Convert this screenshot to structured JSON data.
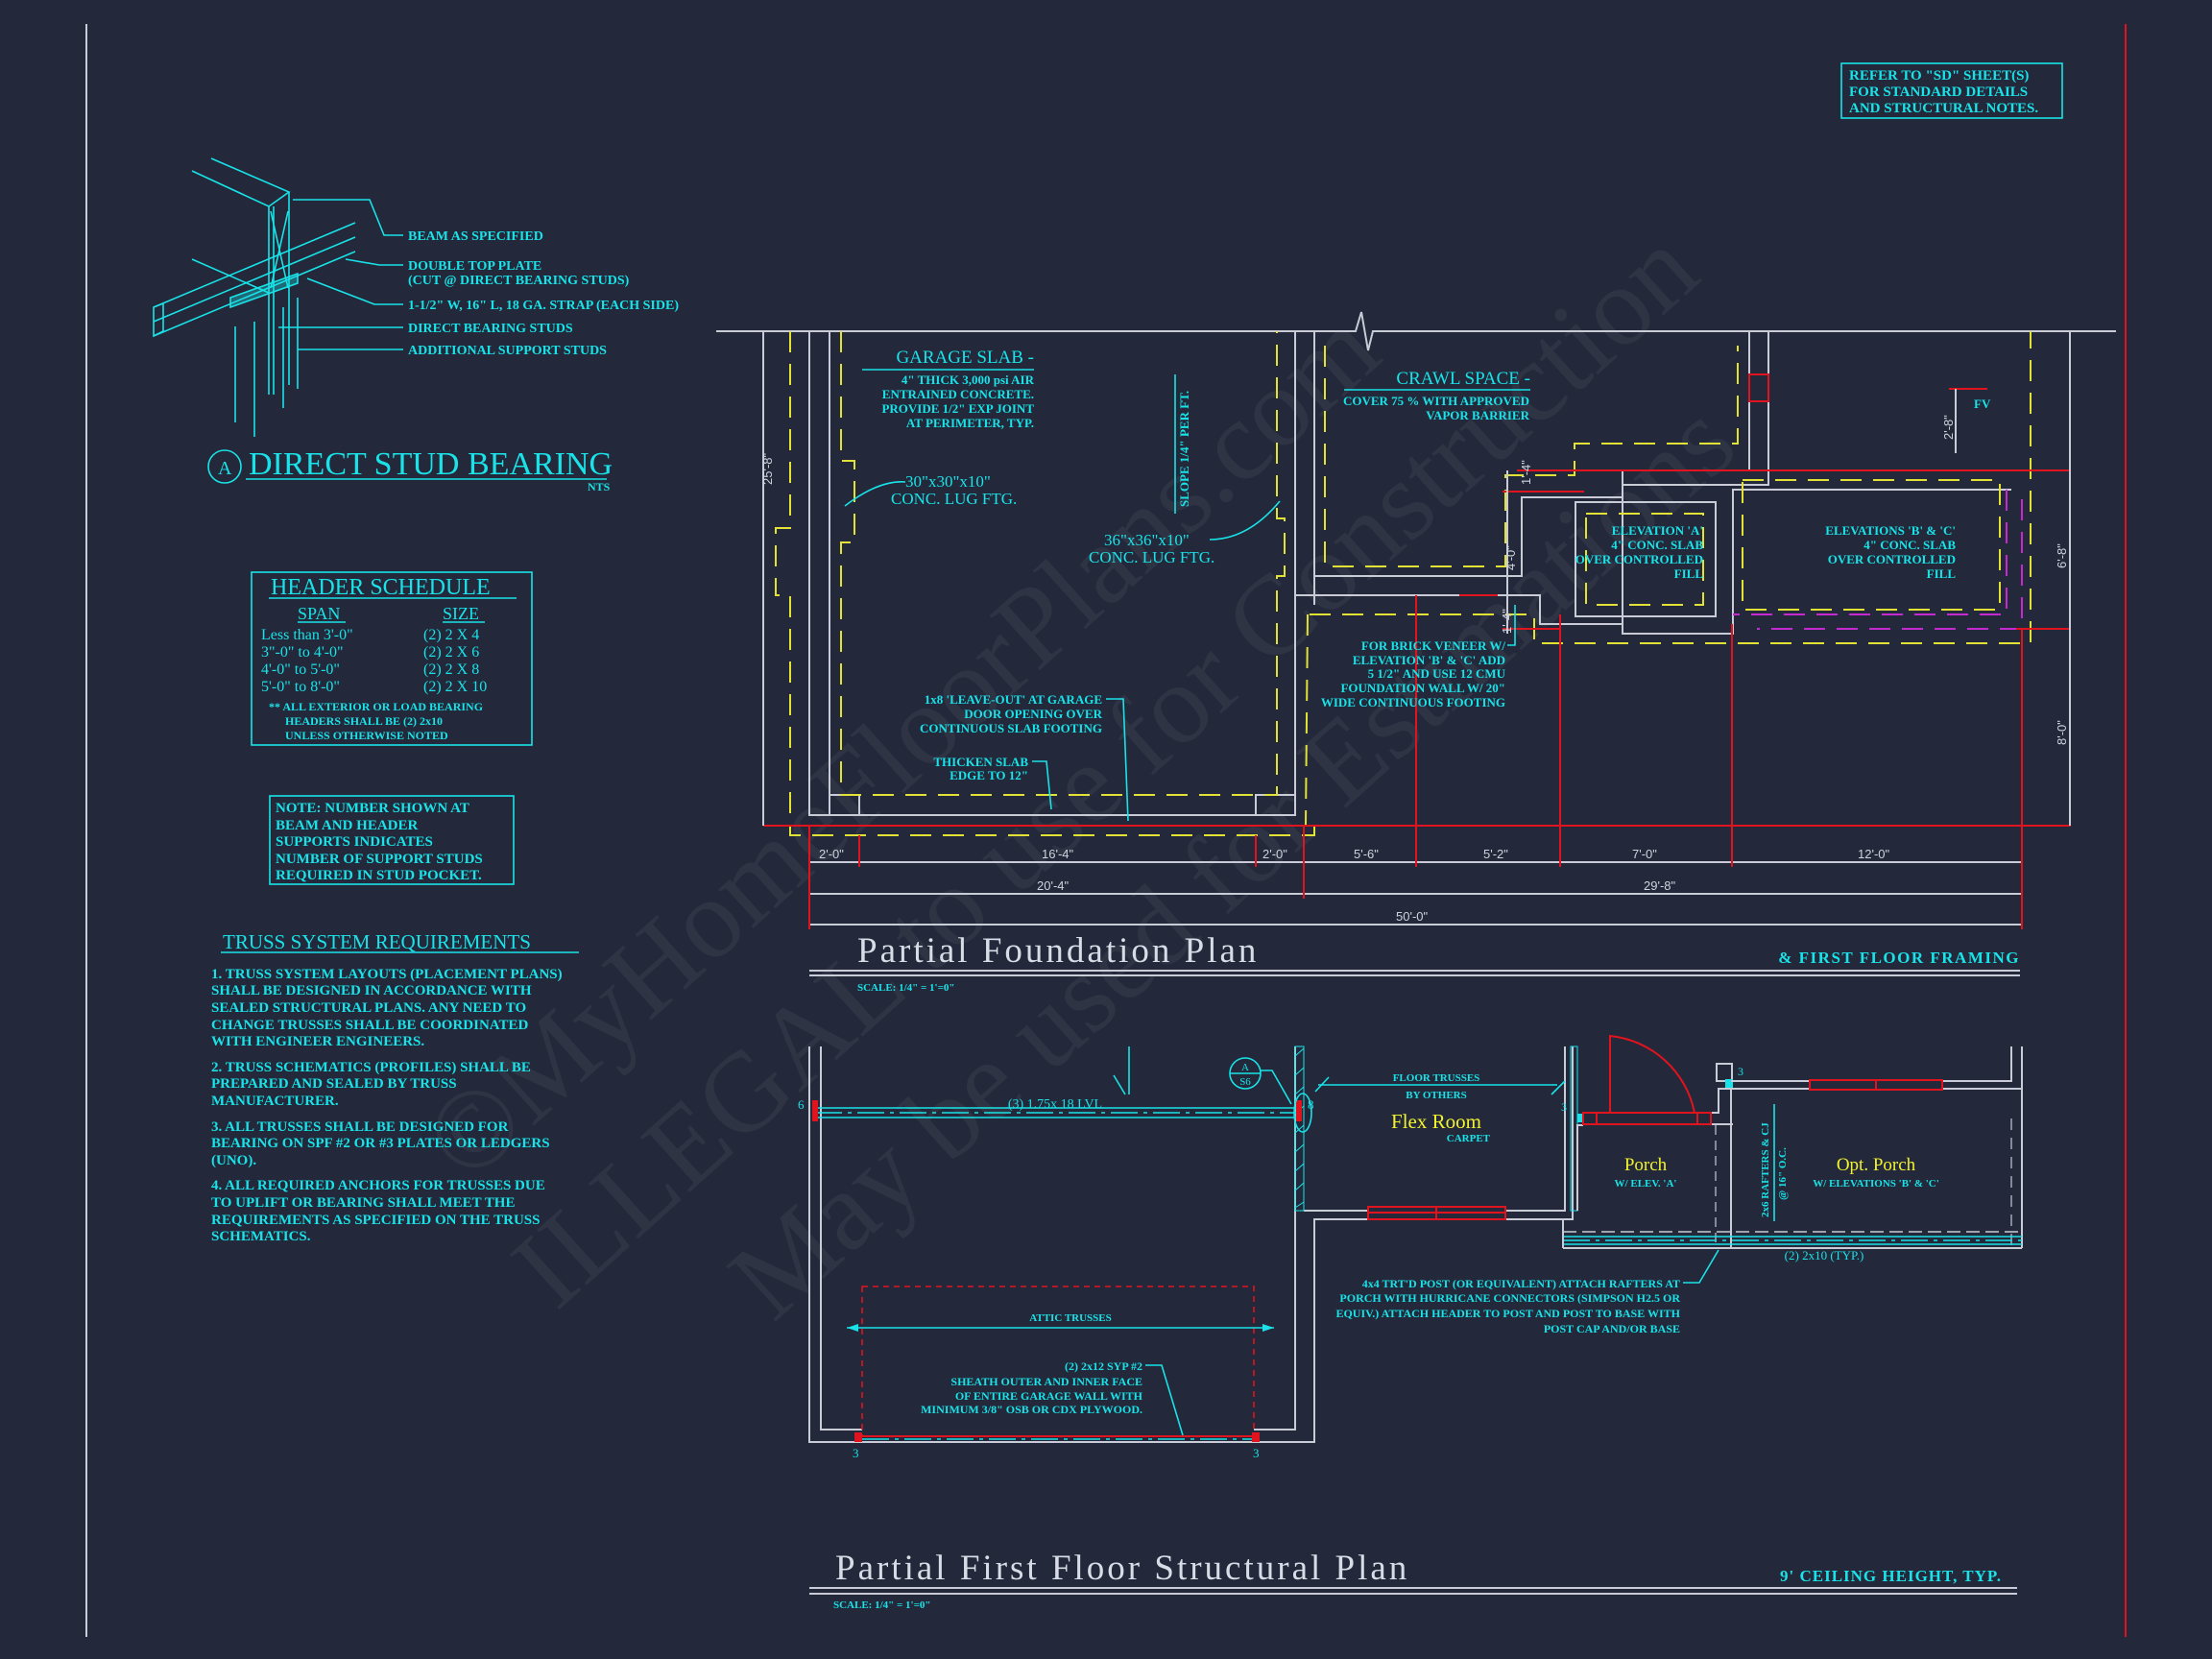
{
  "colors": {
    "background": "#23283a",
    "annotation": "#19e3e8",
    "wall": "#c9ccd6",
    "footing": "#e2e236",
    "grid": "#e0141e",
    "room_label": "#f2f230"
  },
  "watermark": [
    "©MyHomeFloorPlans.com",
    "ILLEGAL to use for Construction",
    "May be used for Estimations"
  ],
  "refer_note": [
    "REFER TO \"SD\" SHEET(S)",
    "FOR STANDARD DETAILS",
    "AND STRUCTURAL NOTES."
  ],
  "stud_detail": {
    "labels": [
      "BEAM AS SPECIFIED",
      "DOUBLE TOP PLATE",
      "(CUT @ DIRECT BEARING STUDS)",
      "1-1/2\" W, 16\" L, 18 GA. STRAP (EACH SIDE)",
      "DIRECT BEARING STUDS",
      "ADDITIONAL SUPPORT STUDS"
    ],
    "tag": "A",
    "title": "DIRECT STUD BEARING",
    "scale": "NTS"
  },
  "header_schedule": {
    "title": "HEADER SCHEDULE",
    "col_span": "SPAN",
    "col_size": "SIZE",
    "rows": [
      {
        "span": "Less than 3'-0\"",
        "size": "(2) 2 X 4"
      },
      {
        "span": "3\"-0\" to 4'-0\"",
        "size": "(2) 2 X 6"
      },
      {
        "span": "4'-0\" to 5'-0\"",
        "size": "(2) 2 X 8"
      },
      {
        "span": "5'-0\" to 8'-0\"",
        "size": "(2) 2 X 10"
      }
    ],
    "note": [
      "** ALL EXTERIOR OR LOAD BEARING",
      "HEADERS SHALL BE (2) 2x10",
      "UNLESS OTHERWISE NOTED"
    ]
  },
  "stud_note": [
    "NOTE: NUMBER SHOWN AT",
    "BEAM AND HEADER",
    "SUPPORTS INDICATES",
    "NUMBER OF SUPPORT STUDS",
    "REQUIRED IN STUD POCKET."
  ],
  "truss": {
    "title": "TRUSS SYSTEM REQUIREMENTS",
    "items": [
      [
        "1. TRUSS SYSTEM LAYOUTS (PLACEMENT PLANS)",
        "SHALL BE DESIGNED IN ACCORDANCE WITH",
        "SEALED STRUCTURAL PLANS. ANY NEED TO",
        "CHANGE TRUSSES SHALL BE COORDINATED",
        "WITH ENGINEER ENGINEERS."
      ],
      [
        "2. TRUSS SCHEMATICS (PROFILES) SHALL BE",
        "PREPARED AND SEALED BY TRUSS",
        "MANUFACTURER."
      ],
      [
        "3. ALL TRUSSES SHALL BE DESIGNED FOR",
        "BEARING ON SPF #2 OR #3 PLATES OR LEDGERS",
        "(UNO)."
      ],
      [
        "4. ALL REQUIRED ANCHORS FOR TRUSSES DUE",
        "TO UPLIFT OR BEARING SHALL MEET THE",
        "REQUIREMENTS AS SPECIFIED ON THE TRUSS",
        "SCHEMATICS."
      ]
    ]
  },
  "foundation": {
    "garage_title": "GARAGE SLAB -",
    "garage_notes": [
      "4\" THICK 3,000 psi AIR",
      "ENTRAINED CONCRETE.",
      "PROVIDE 1/2\" EXP JOINT",
      "AT PERIMETER, TYP."
    ],
    "lug30": [
      "30\"x30\"x10\"",
      "CONC. LUG FTG."
    ],
    "lug36": [
      "36\"x36\"x10\"",
      "CONC. LUG FTG."
    ],
    "slope": "SLOPE 1/4\" PER FT.",
    "leave_out": [
      "1x8 'LEAVE-OUT' AT GARAGE",
      "DOOR OPENING OVER",
      "CONTINUOUS SLAB FOOTING"
    ],
    "thicken": [
      "THICKEN SLAB",
      "EDGE TO 12\""
    ],
    "crawl_title": "CRAWL SPACE -",
    "crawl_notes": [
      "COVER 75 % WITH APPROVED",
      "VAPOR BARRIER"
    ],
    "brick_note": [
      "FOR BRICK VENEER W/",
      "ELEVATION 'B' & 'C' ADD",
      "5 1/2\" AND USE 12 CMU",
      "FOUNDATION WALL W/ 20\"",
      "WIDE CONTINUOUS FOOTING"
    ],
    "elev_a": [
      "ELEVATION 'A'",
      "4\" CONC. SLAB",
      "OVER CONTROLLED",
      "FILL"
    ],
    "elev_bc": [
      "ELEVATIONS 'B' & 'C'",
      "4\" CONC. SLAB",
      "OVER CONTROLLED",
      "FILL"
    ],
    "fv": "FV",
    "dims_vertical": {
      "left": "25'-8\"",
      "fv": "2'-8\"",
      "step1": "1'-4\"",
      "step2": "4'-0\"",
      "step3": "1'-4\"",
      "right1": "6'-8\"",
      "right2": "8'-0\""
    },
    "dims_row1": [
      "2'-0\"",
      "16'-4\"",
      "2'-0\"",
      "5'-6\"",
      "5'-2\"",
      "7'-0\"",
      "12'-0\""
    ],
    "dims_row2": [
      "20'-4\"",
      "29'-8\""
    ],
    "dims_row3": [
      "50'-0\""
    ],
    "title": "Partial Foundation Plan",
    "subtitle": "& FIRST FLOOR FRAMING",
    "scale": "SCALE: 1/4\" = 1'=0\""
  },
  "first_floor": {
    "lvl": "(3) 1.75x 18 LVL",
    "stud_counts": {
      "lvl_left": "6",
      "lvl_right": "8",
      "flex_right": "3",
      "post": "3",
      "garage_left": "3",
      "garage_right": "3"
    },
    "detail_tag": {
      "top": "A",
      "bottom": "S6"
    },
    "floor_trusses": [
      "FLOOR TRUSSES",
      "BY OTHERS"
    ],
    "flex_room": "Flex Room",
    "flex_floor": "CARPET",
    "porch": "Porch",
    "porch_sub": "W/ ELEV. 'A'",
    "opt_porch": "Opt. Porch",
    "opt_porch_sub": "W/ ELEVATIONS 'B' & 'C'",
    "rafters": [
      "2x6 RAFTERS & CJ",
      "@ 16\" O.C."
    ],
    "beam_2x10": "(2) 2x10 (TYP.)",
    "post_note": [
      "4x4 TRT'D POST (OR EQUIVALENT) ATTACH RAFTERS AT",
      "PORCH WITH HURRICANE CONNECTORS (SIMPSON H2.5 OR",
      "EQUIV.) ATTACH HEADER TO POST AND POST TO BASE WITH",
      "POST CAP AND/OR BASE"
    ],
    "attic": "ATTIC TRUSSES",
    "sheath_note": [
      "(2) 2x12 SYP #2",
      "SHEATH OUTER AND INNER FACE",
      "OF ENTIRE GARAGE WALL WITH",
      "MINIMUM 3/8\" OSB OR CDX PLYWOOD."
    ],
    "title": "Partial First Floor Structural Plan",
    "subtitle": "9' CEILING HEIGHT, TYP.",
    "scale": "SCALE: 1/4\" = 1'=0\""
  }
}
